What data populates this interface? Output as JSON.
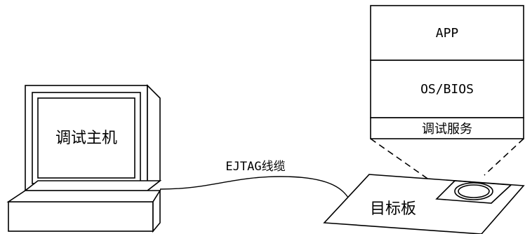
{
  "diagram": {
    "host_label": "调试主机",
    "cable_label": "EJTAG线缆",
    "board_label": "目标板",
    "stack": {
      "layers": [
        {
          "label": "APP"
        },
        {
          "label": "OS/BIOS"
        },
        {
          "label": "调试服务"
        }
      ]
    }
  }
}
